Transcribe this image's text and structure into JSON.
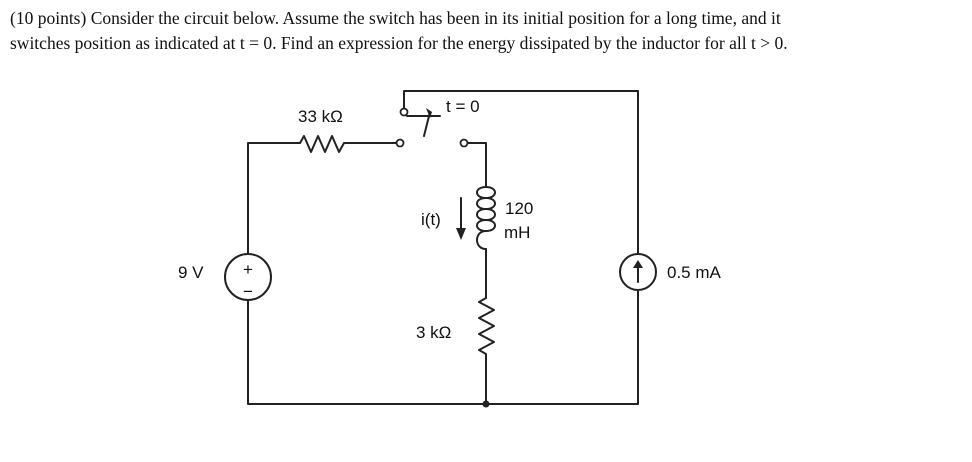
{
  "problem": {
    "line1": "(10 points) Consider the circuit below. Assume the switch has been in its initial position for a long time, and it",
    "line2": "switches position as indicated at t = 0.  Find an expression for the energy dissipated by the inductor for all t > 0."
  },
  "circuit": {
    "resistor_top_label": "33 kΩ",
    "switch_label": "t = 0",
    "current_label": "i(t)",
    "inductor_value": "120",
    "inductor_unit": "mH",
    "resistor_bottom_label": "3 kΩ",
    "voltage_source_label": "9 V",
    "voltage_plus": "+",
    "voltage_minus": "−",
    "current_source_label": "0.5 mA"
  }
}
